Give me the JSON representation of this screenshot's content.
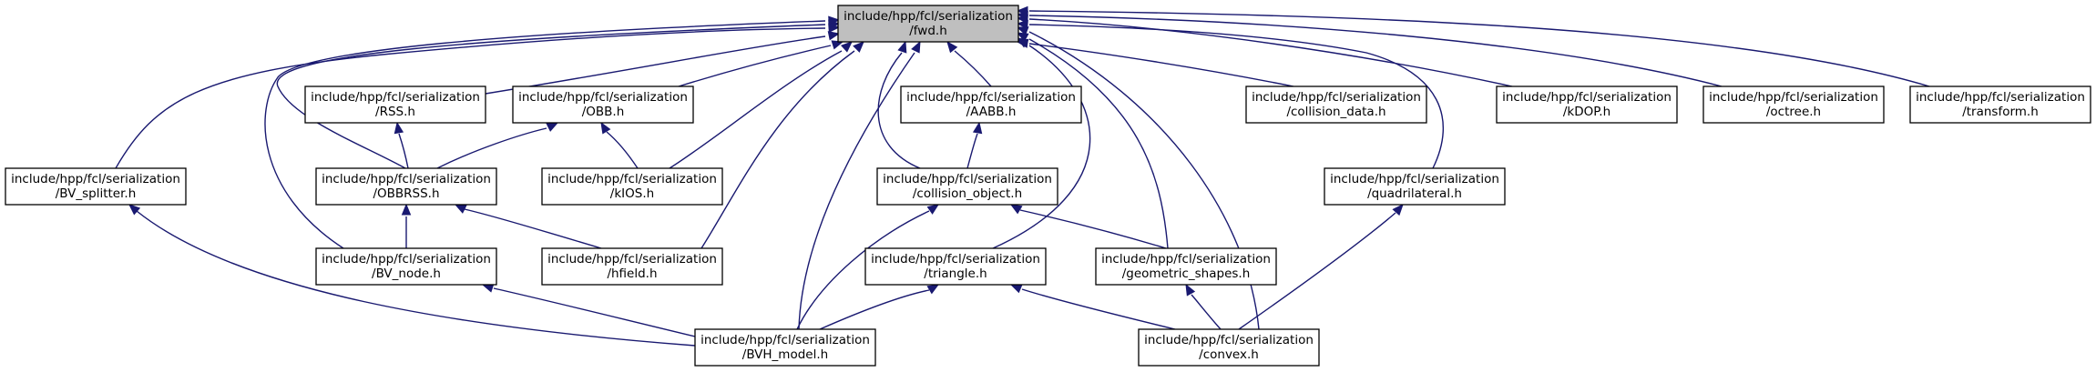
{
  "diagram": {
    "nodes": [
      {
        "id": "fwd",
        "line1": "include/hpp/fcl/serialization",
        "line2": "/fwd.h",
        "root": true
      },
      {
        "id": "bvsplitter",
        "line1": "include/hpp/fcl/serialization",
        "line2": "/BV_splitter.h"
      },
      {
        "id": "rss",
        "line1": "include/hpp/fcl/serialization",
        "line2": "/RSS.h"
      },
      {
        "id": "obb",
        "line1": "include/hpp/fcl/serialization",
        "line2": "/OBB.h"
      },
      {
        "id": "obbrss",
        "line1": "include/hpp/fcl/serialization",
        "line2": "/OBBRSS.h"
      },
      {
        "id": "kios",
        "line1": "include/hpp/fcl/serialization",
        "line2": "/kIOS.h"
      },
      {
        "id": "bvnode",
        "line1": "include/hpp/fcl/serialization",
        "line2": "/BV_node.h"
      },
      {
        "id": "hfield",
        "line1": "include/hpp/fcl/serialization",
        "line2": "/hfield.h"
      },
      {
        "id": "aabb",
        "line1": "include/hpp/fcl/serialization",
        "line2": "/AABB.h"
      },
      {
        "id": "collobj",
        "line1": "include/hpp/fcl/serialization",
        "line2": "/collision_object.h"
      },
      {
        "id": "triangle",
        "line1": "include/hpp/fcl/serialization",
        "line2": "/triangle.h"
      },
      {
        "id": "geom",
        "line1": "include/hpp/fcl/serialization",
        "line2": "/geometric_shapes.h"
      },
      {
        "id": "bvhmodel",
        "line1": "include/hpp/fcl/serialization",
        "line2": "/BVH_model.h"
      },
      {
        "id": "convex",
        "line1": "include/hpp/fcl/serialization",
        "line2": "/convex.h"
      },
      {
        "id": "colldata",
        "line1": "include/hpp/fcl/serialization",
        "line2": "/collision_data.h"
      },
      {
        "id": "quad",
        "line1": "include/hpp/fcl/serialization",
        "line2": "/quadrilateral.h"
      },
      {
        "id": "kdop",
        "line1": "include/hpp/fcl/serialization",
        "line2": "/kDOP.h"
      },
      {
        "id": "octree",
        "line1": "include/hpp/fcl/serialization",
        "line2": "/octree.h"
      },
      {
        "id": "transform",
        "line1": "include/hpp/fcl/serialization",
        "line2": "/transform.h"
      }
    ],
    "edges": [
      {
        "from": "bvsplitter",
        "to": "fwd"
      },
      {
        "from": "rss",
        "to": "fwd"
      },
      {
        "from": "obb",
        "to": "fwd"
      },
      {
        "from": "obbrss",
        "to": "fwd"
      },
      {
        "from": "kios",
        "to": "fwd"
      },
      {
        "from": "bvnode",
        "to": "fwd"
      },
      {
        "from": "hfield",
        "to": "fwd"
      },
      {
        "from": "aabb",
        "to": "fwd"
      },
      {
        "from": "collobj",
        "to": "fwd"
      },
      {
        "from": "triangle",
        "to": "fwd"
      },
      {
        "from": "geom",
        "to": "fwd"
      },
      {
        "from": "bvhmodel",
        "to": "fwd"
      },
      {
        "from": "convex",
        "to": "fwd"
      },
      {
        "from": "colldata",
        "to": "fwd"
      },
      {
        "from": "quad",
        "to": "fwd"
      },
      {
        "from": "kdop",
        "to": "fwd"
      },
      {
        "from": "octree",
        "to": "fwd"
      },
      {
        "from": "transform",
        "to": "fwd"
      },
      {
        "from": "obbrss",
        "to": "rss"
      },
      {
        "from": "obbrss",
        "to": "obb"
      },
      {
        "from": "kios",
        "to": "obb"
      },
      {
        "from": "bvnode",
        "to": "obbrss"
      },
      {
        "from": "hfield",
        "to": "obbrss"
      },
      {
        "from": "collobj",
        "to": "aabb"
      },
      {
        "from": "bvhmodel",
        "to": "bvsplitter"
      },
      {
        "from": "bvhmodel",
        "to": "bvnode"
      },
      {
        "from": "bvhmodel",
        "to": "collobj"
      },
      {
        "from": "bvhmodel",
        "to": "triangle"
      },
      {
        "from": "geom",
        "to": "collobj"
      },
      {
        "from": "convex",
        "to": "triangle"
      },
      {
        "from": "convex",
        "to": "geom"
      },
      {
        "from": "convex",
        "to": "quad"
      }
    ]
  }
}
